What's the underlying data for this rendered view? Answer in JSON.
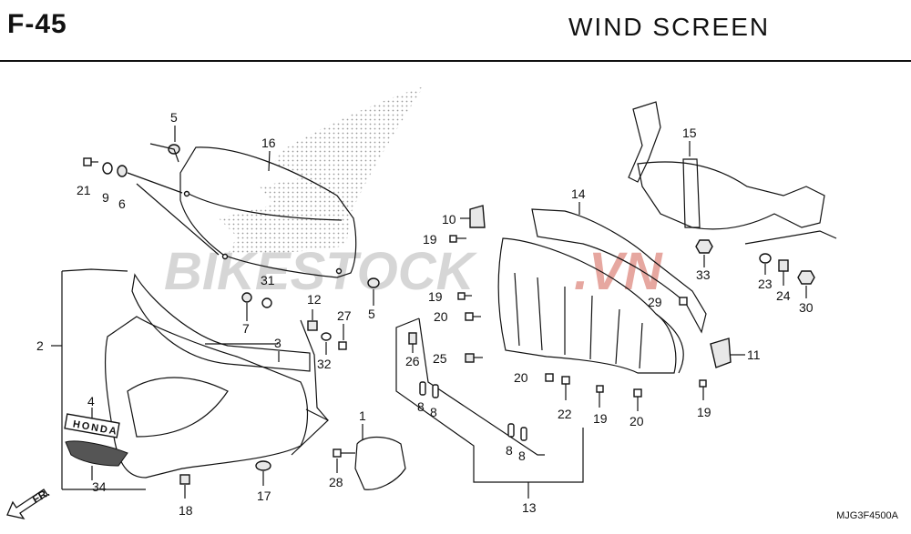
{
  "header": {
    "code": "F-45",
    "title": "WIND  SCREEN"
  },
  "watermark": {
    "text_part1": "BIKESTOCK",
    "text_part2": ".VN"
  },
  "labels": {
    "p1": "1",
    "p2": "2",
    "p3": "3",
    "p4": "4",
    "p5a": "5",
    "p5b": "5",
    "p6": "6",
    "p7": "7",
    "p8a": "8",
    "p8b": "8",
    "p8c": "8",
    "p8d": "8",
    "p9": "9",
    "p10": "10",
    "p11": "11",
    "p12": "12",
    "p13": "13",
    "p14": "14",
    "p15": "15",
    "p16": "16",
    "p17": "17",
    "p18": "18",
    "p19a": "19",
    "p19b": "19",
    "p19c": "19",
    "p19d": "19",
    "p20a": "20",
    "p20b": "20",
    "p20c": "20",
    "p21": "21",
    "p22": "22",
    "p23": "23",
    "p24": "24",
    "p25": "25",
    "p26": "26",
    "p27": "27",
    "p28": "28",
    "p29": "29",
    "p30": "30",
    "p31": "31",
    "p32": "32",
    "p33": "33",
    "p34": "34"
  },
  "emblem": "HONDA",
  "front_indicator": "FR.",
  "reference_code": "MJG3F4500A"
}
